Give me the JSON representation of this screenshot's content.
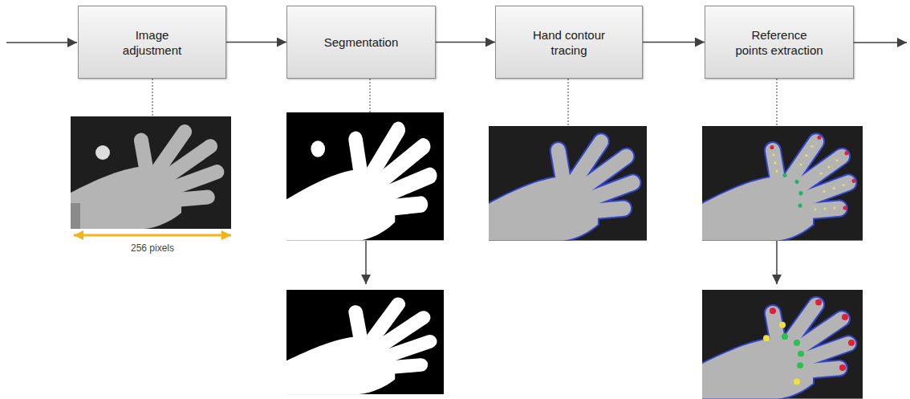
{
  "diagram": {
    "nodes": [
      {
        "text": [
          "Image adjustment"
        ]
      },
      {
        "text": [
          "Segmentation"
        ]
      },
      {
        "text": [
          "Hand contour tracing"
        ]
      },
      {
        "text": [
          "Reference points extraction"
        ]
      }
    ],
    "edges": [
      {
        "from": 0,
        "to": 1,
        "arrow": "to"
      },
      {
        "from": 1,
        "to": 2,
        "arrow": "to"
      },
      {
        "from": 2,
        "to": 3,
        "arrow": "to"
      }
    ],
    "labels": [
      "256 pixels"
    ]
  }
}
